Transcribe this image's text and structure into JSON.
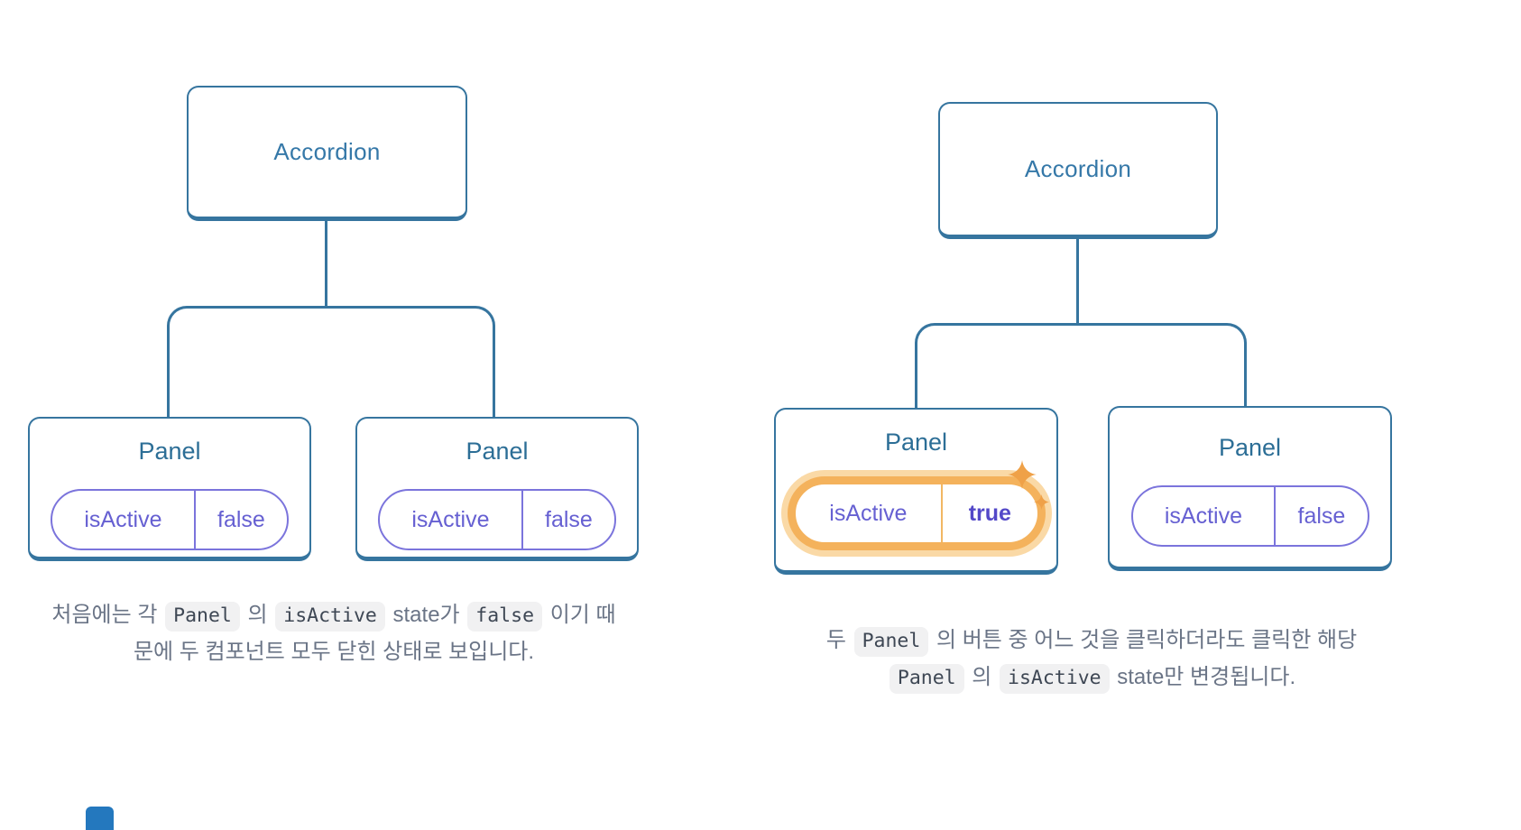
{
  "colors": {
    "diagram_stroke": "#36759F",
    "accordion_label": "#3578A8",
    "panel_label": "#2C6E96",
    "pill_border": "#7B74DC",
    "pill_text": "#6660D2",
    "true_text": "#5348C8",
    "highlight_border": "#F4B25C",
    "highlight_halo": "#FAD9A6",
    "sparkle": "#EFA148",
    "caption_text": "#6A7486",
    "code_chip_bg": "#F1F1F2",
    "code_chip_text": "#3E4754",
    "bottom_partial_blue": "#2478BE"
  },
  "left_diagram": {
    "root_label": "Accordion",
    "panels": [
      {
        "title": "Panel",
        "key": "isActive",
        "value": "false"
      },
      {
        "title": "Panel",
        "key": "isActive",
        "value": "false"
      }
    ],
    "caption": [
      {
        "type": "text",
        "text": "처음에는 각 "
      },
      {
        "type": "code",
        "text": "Panel"
      },
      {
        "type": "text",
        "text": " 의 "
      },
      {
        "type": "code",
        "text": "isActive"
      },
      {
        "type": "text",
        "text": " state가 "
      },
      {
        "type": "code",
        "text": "false"
      },
      {
        "type": "text",
        "text": " 이기 때문에 두 컴포넌트 모두 닫힌 상태로 보입니다."
      }
    ]
  },
  "right_diagram": {
    "root_label": "Accordion",
    "panels": [
      {
        "title": "Panel",
        "key": "isActive",
        "value": "true",
        "highlighted": true
      },
      {
        "title": "Panel",
        "key": "isActive",
        "value": "false",
        "highlighted": false
      }
    ],
    "caption": [
      {
        "type": "text",
        "text": "두 "
      },
      {
        "type": "code",
        "text": "Panel"
      },
      {
        "type": "text",
        "text": " 의 버튼 중 어느 것을 클릭하더라도 클릭한 해당 "
      },
      {
        "type": "code",
        "text": "Panel"
      },
      {
        "type": "text",
        "text": " 의 "
      },
      {
        "type": "code",
        "text": "isActive"
      },
      {
        "type": "text",
        "text": " state만 변경됩니다."
      }
    ]
  }
}
